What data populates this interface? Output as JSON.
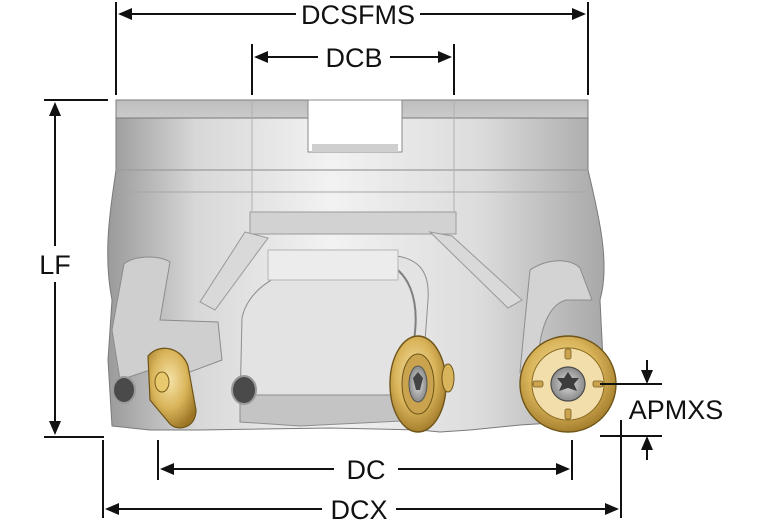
{
  "dimensions": {
    "dcsfms": "DCSFMS",
    "dcb": "DCB",
    "lf": "LF",
    "dc": "DC",
    "dcx": "DCX",
    "apmxs": "APMXS"
  },
  "colors": {
    "body_light": "#eeeeee",
    "body_mid": "#c9c9c9",
    "body_dark": "#8f8f8f",
    "insert_gold": "#d6b35a",
    "insert_gold_dark": "#8a6a1e",
    "line": "#111111"
  }
}
